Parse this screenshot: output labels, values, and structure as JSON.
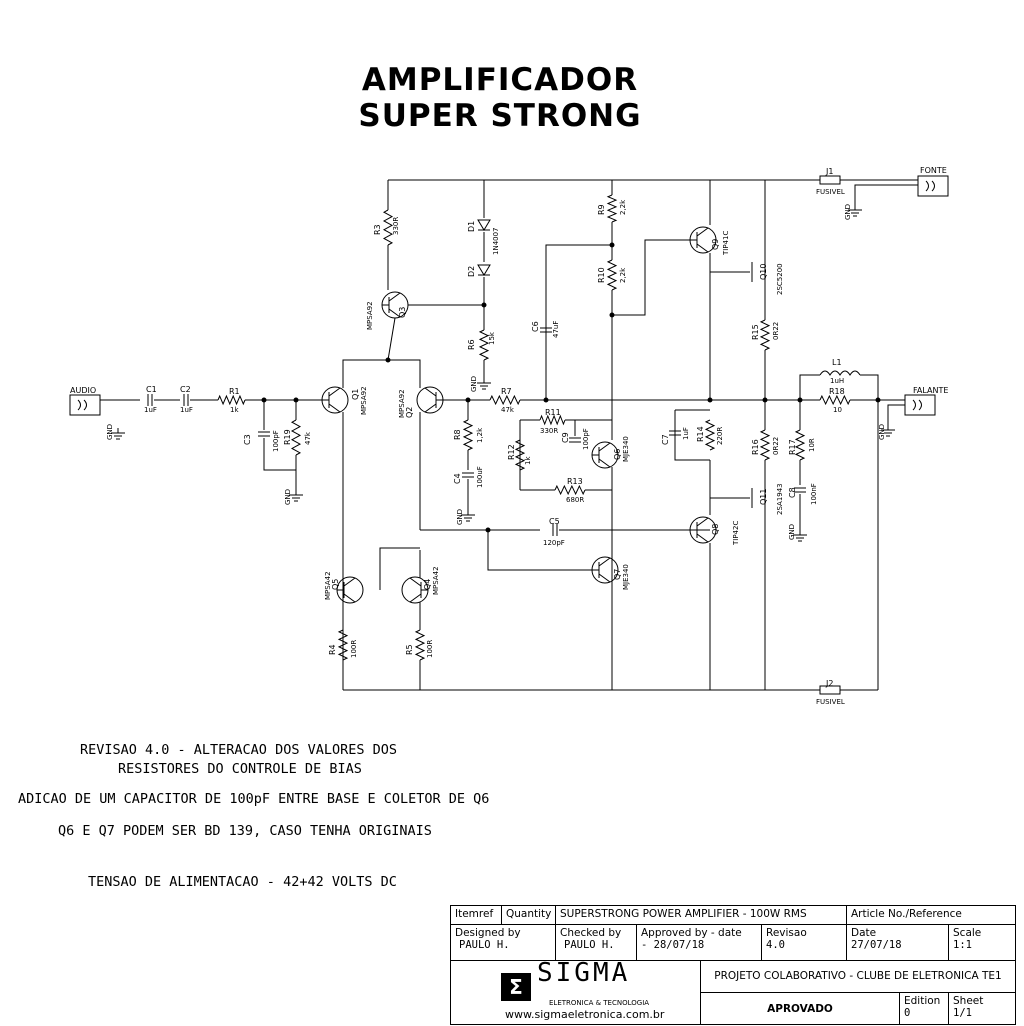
{
  "title": {
    "line1": "AMPLIFICADOR",
    "line2": "SUPER STRONG"
  },
  "components": {
    "C1": {
      "ref": "C1",
      "value": "1uF"
    },
    "C2": {
      "ref": "C2",
      "value": "1uF"
    },
    "R1": {
      "ref": "R1",
      "value": "1k"
    },
    "C3": {
      "ref": "C3",
      "value": "100pF"
    },
    "R19": {
      "ref": "R19",
      "value": "47k"
    },
    "Q1": {
      "ref": "Q1",
      "value": "MPSA92"
    },
    "Q2": {
      "ref": "Q2",
      "value": "MPSA92"
    },
    "Q3": {
      "ref": "Q3",
      "value": "MPSA92"
    },
    "R3": {
      "ref": "R3",
      "value": "330R"
    },
    "D1": {
      "ref": "D1",
      "value": "1N4007"
    },
    "D2": {
      "ref": "D2",
      "value": ""
    },
    "R6": {
      "ref": "R6",
      "value": "15k"
    },
    "R7": {
      "ref": "R7",
      "value": "47k"
    },
    "R8": {
      "ref": "R8",
      "value": "1,2k"
    },
    "C4": {
      "ref": "C4",
      "value": "100uF"
    },
    "C6": {
      "ref": "C6",
      "value": "47uF"
    },
    "R9": {
      "ref": "R9",
      "value": "2,2k"
    },
    "R10": {
      "ref": "R10",
      "value": "2,2k"
    },
    "R11": {
      "ref": "R11",
      "value": "330R"
    },
    "C9": {
      "ref": "C9",
      "value": "100pF"
    },
    "R12": {
      "ref": "R12",
      "value": "1k"
    },
    "R13": {
      "ref": "R13",
      "value": "680R"
    },
    "Q6": {
      "ref": "Q6",
      "value": "MJE340"
    },
    "Q7": {
      "ref": "Q7",
      "value": "MJE340"
    },
    "C5": {
      "ref": "C5",
      "value": "120pF"
    },
    "Q4": {
      "ref": "Q4",
      "value": "MPSA42"
    },
    "Q5": {
      "ref": "Q5",
      "value": "MPSA42"
    },
    "R4": {
      "ref": "R4",
      "value": "100R"
    },
    "R5": {
      "ref": "R5",
      "value": "100R"
    },
    "Q9": {
      "ref": "Q9",
      "value": "TIP41C"
    },
    "Q8": {
      "ref": "Q8",
      "value": "TIP42C"
    },
    "Q10": {
      "ref": "Q10",
      "value": "2SC5200"
    },
    "Q11": {
      "ref": "Q11",
      "value": "2SA1943"
    },
    "C7": {
      "ref": "C7",
      "value": "1uF"
    },
    "R14": {
      "ref": "R14",
      "value": "220R"
    },
    "R15": {
      "ref": "R15",
      "value": "0R22"
    },
    "R16": {
      "ref": "R16",
      "value": "0R22"
    },
    "R17": {
      "ref": "R17",
      "value": "10R"
    },
    "C8": {
      "ref": "C8",
      "value": "100nF"
    },
    "L1": {
      "ref": "L1",
      "value": "1uH"
    },
    "R18": {
      "ref": "R18",
      "value": "10"
    },
    "J1": {
      "ref": "J1",
      "value": "FUSIVEL"
    },
    "J2": {
      "ref": "J2",
      "value": "FUSIVEL"
    }
  },
  "connectors": {
    "audio": "AUDIO",
    "fonte": "FONTE",
    "falante": "FALANTE"
  },
  "gnd": "GND",
  "notes": {
    "rev1": "REVISAO 4.0 - ALTERACAO DOS VALORES DOS",
    "rev2": "RESISTORES DO CONTROLE DE BIAS",
    "cap": "ADICAO DE UM CAPACITOR DE 100pF ENTRE BASE E COLETOR DE Q6",
    "q6q7": "Q6 E Q7 PODEM SER BD 139, CASO TENHA ORIGINAIS",
    "supply": "TENSAO DE ALIMENTACAO - 42+42 VOLTS DC"
  },
  "titleblock": {
    "itemref": "Itemref",
    "quantity": "Quantity",
    "project": "SUPERSTRONG POWER AMPLIFIER - 100W RMS",
    "article": "Article No./Reference",
    "designed_label": "Designed by",
    "designed_value": "PAULO H.",
    "checked_label": "Checked by",
    "checked_value": "PAULO H.",
    "approved_label": "Approved by - date",
    "approved_value": "- 28/07/18",
    "revisao_label": "Revisao",
    "revisao_value": "4.0",
    "date_label": "Date",
    "date_value": "27/07/18",
    "scale_label": "Scale",
    "scale_value": "1:1",
    "collab": "PROJETO COLABORATIVO - CLUBE DE ELETRONICA TE1",
    "aprovado": "APROVADO",
    "edition_label": "Edition",
    "edition_value": "0",
    "sheet_label": "Sheet",
    "sheet_value": "1/1",
    "logo_text": "SIGMA",
    "logo_sub": "ELETRONICA & TECNOLOGIA",
    "website": "www.sigmaeletronica.com.br"
  }
}
